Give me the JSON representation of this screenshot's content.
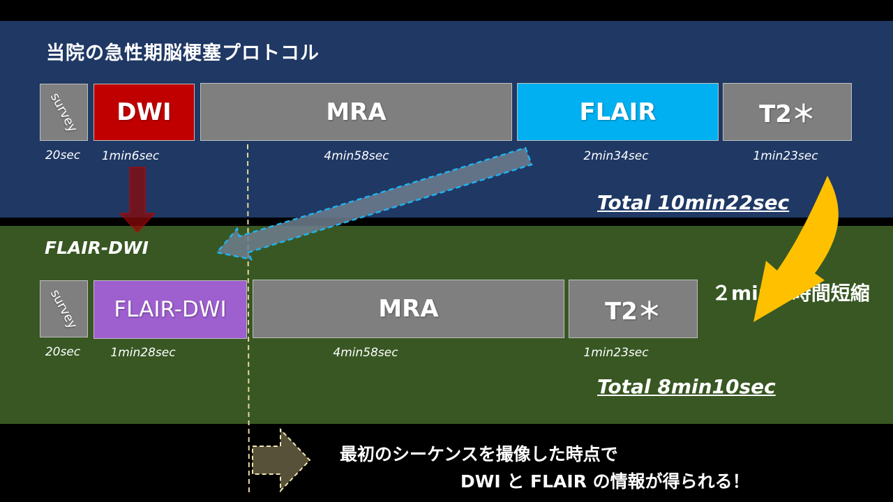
{
  "top": {
    "title": "当院の急性期脳梗塞プロトコル",
    "blocks": [
      {
        "label": "survey",
        "duration": "20sec"
      },
      {
        "label": "DWI",
        "duration": "1min6sec"
      },
      {
        "label": "MRA",
        "duration": "4min58sec"
      },
      {
        "label": "FLAIR",
        "duration": "2min34sec"
      },
      {
        "label": "T2＊",
        "duration": "1min23sec"
      }
    ],
    "total": "Total 10min22sec"
  },
  "middle": {
    "title": "FLAIR-DWI",
    "blocks": [
      {
        "label": "survey",
        "duration": "20sec"
      },
      {
        "label": "FLAIR-DWI",
        "duration": "1min28sec"
      },
      {
        "label": "MRA",
        "duration": "4min58sec"
      },
      {
        "label": "T2＊",
        "duration": "1min23sec"
      }
    ],
    "total": "Total 8min10sec",
    "reduction": "２minの時間短縮"
  },
  "bottom": {
    "line1": "最初のシーケンスを撮像した時点で",
    "line2": "DWI と FLAIR の情報が得られる！"
  },
  "colors": {
    "top_band": "#1f3864",
    "middle_band": "#385723",
    "survey": "#7f7f7f",
    "dwi": "#c00000",
    "mra": "#7f7f7f",
    "flair": "#00b0f0",
    "t2star": "#7f7f7f",
    "flair_dwi": "#9e5fcf",
    "curved_arrow": "#ffc000"
  }
}
